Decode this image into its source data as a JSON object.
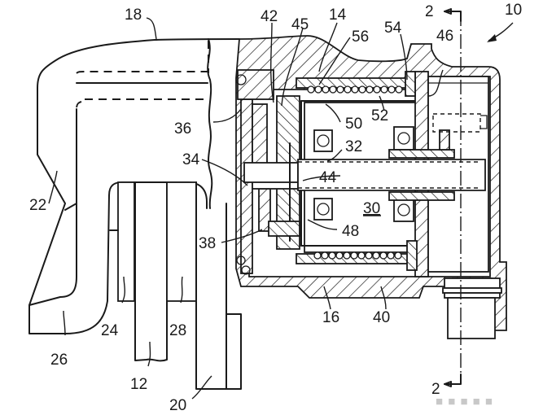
{
  "figure": {
    "type": "patent cross-section drawing",
    "description": "Sectional view of an electromechanical brake caliper actuator with motor, gearing and ball-bearing supported shaft",
    "line_color": "#1a1a1a",
    "background": "#ffffff"
  },
  "section_marker": {
    "label": "2",
    "top_label": "2",
    "bottom_label": "2"
  },
  "assembly_label": "10",
  "reference_numerals": [
    {
      "id": "ref-10",
      "text": "10",
      "part": "assembly"
    },
    {
      "id": "ref-12",
      "text": "12",
      "part": "brake disc"
    },
    {
      "id": "ref-14",
      "text": "14",
      "part": "housing"
    },
    {
      "id": "ref-16",
      "text": "16",
      "part": "housing lower wall"
    },
    {
      "id": "ref-18",
      "text": "18",
      "part": "caliper"
    },
    {
      "id": "ref-20",
      "text": "20",
      "part": "caliper bridge"
    },
    {
      "id": "ref-22",
      "text": "22",
      "part": "outer brake pad"
    },
    {
      "id": "ref-24",
      "text": "24",
      "part": "caliper finger"
    },
    {
      "id": "ref-26",
      "text": "26",
      "part": "inner brake pad"
    },
    {
      "id": "ref-28",
      "text": "28",
      "part": "mounting bracket"
    },
    {
      "id": "ref-30",
      "text": "30",
      "part": "motor",
      "underlined": true
    },
    {
      "id": "ref-32",
      "text": "32",
      "part": "shaft"
    },
    {
      "id": "ref-34",
      "text": "34",
      "part": "piston"
    },
    {
      "id": "ref-36",
      "text": "36",
      "part": "piston seal"
    },
    {
      "id": "ref-38",
      "text": "38",
      "part": "nut"
    },
    {
      "id": "ref-40",
      "text": "40",
      "part": "planetary carrier"
    },
    {
      "id": "ref-42",
      "text": "42",
      "part": "spindle"
    },
    {
      "id": "ref-44",
      "text": "44",
      "part": "gear"
    },
    {
      "id": "ref-45",
      "text": "45",
      "part": "end cover chamber"
    },
    {
      "id": "ref-46",
      "text": "46",
      "part": "rotor hub"
    },
    {
      "id": "ref-48",
      "text": "48",
      "part": "rotor"
    },
    {
      "id": "ref-50",
      "text": "50",
      "part": "stator housing"
    },
    {
      "id": "ref-52",
      "text": "52",
      "part": "stator winding"
    },
    {
      "id": "ref-54",
      "text": "54",
      "part": "end plate"
    },
    {
      "id": "ref-56",
      "text": "56",
      "part": "coil"
    }
  ],
  "watermark": "■ ■ ■ ■ ■"
}
